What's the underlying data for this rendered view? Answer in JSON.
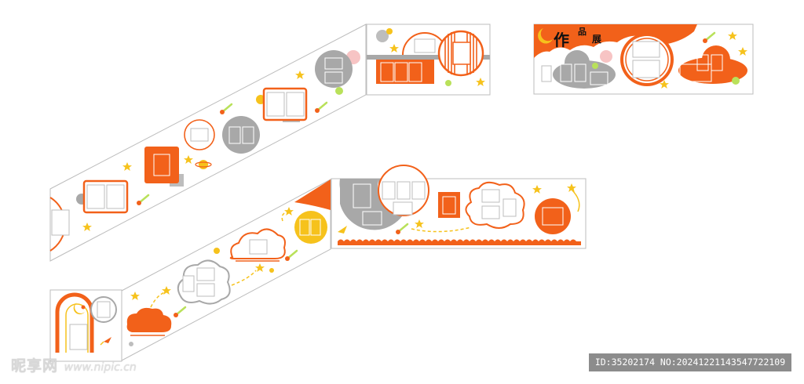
{
  "title": {
    "char1": "作",
    "char2": "品",
    "char3": "展"
  },
  "watermark": {
    "brand": "昵享网",
    "url": "www.nipic.cn"
  },
  "id_bar": {
    "text": "ID:35202174 NO:20241221143547722109"
  },
  "colors": {
    "orange": "#F2611A",
    "gray": "#A8A8A8",
    "yellow": "#F6C21C",
    "lime": "#B9E15A",
    "pink": "#F7C4C4",
    "outline": "#BDBDBD"
  }
}
